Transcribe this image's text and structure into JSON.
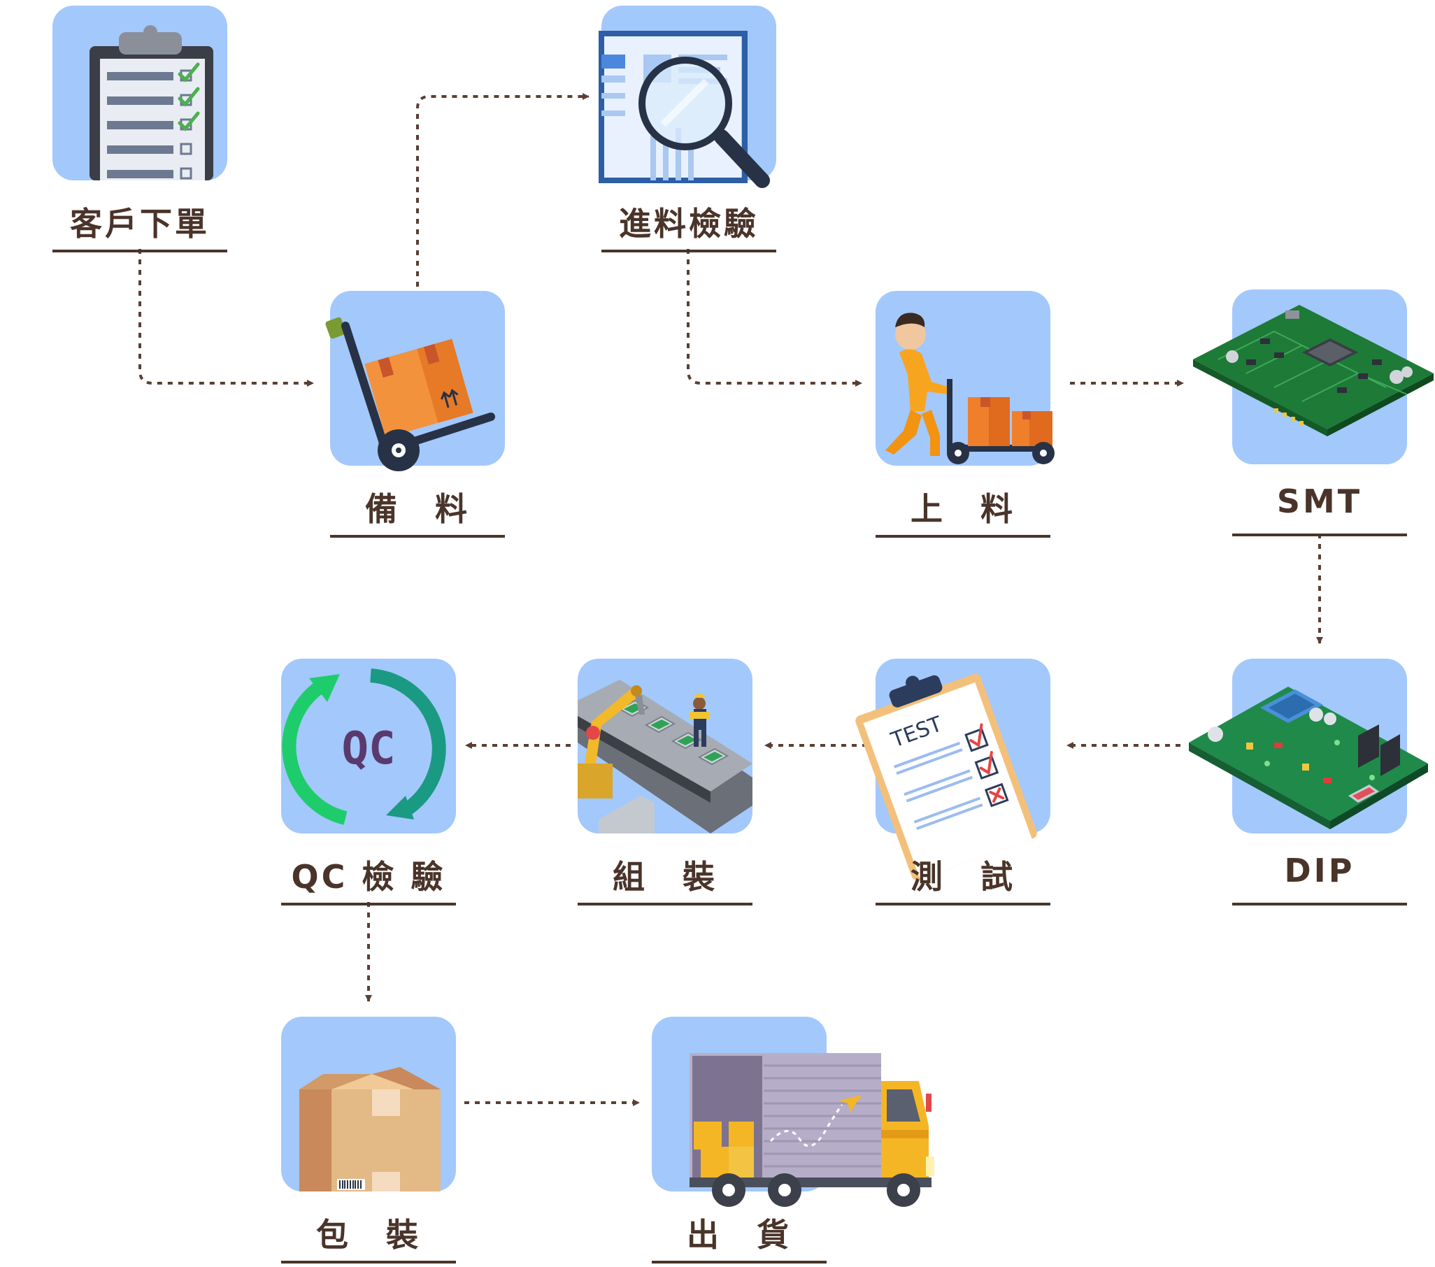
{
  "steps": [
    {
      "id": "order",
      "label": "客戶下單",
      "icon": "clipboard-checklist-icon"
    },
    {
      "id": "prepare",
      "label": "備　料",
      "icon": "hand-truck-box-icon"
    },
    {
      "id": "incoming",
      "label": "進料檢驗",
      "icon": "magnifier-document-icon"
    },
    {
      "id": "loading",
      "label": "上　料",
      "icon": "worker-pushing-cart-icon"
    },
    {
      "id": "smt",
      "label": "SMT",
      "icon": "pcb-board-icon"
    },
    {
      "id": "dip",
      "label": "DIP",
      "icon": "pcb-through-hole-icon"
    },
    {
      "id": "test",
      "label": "測　試",
      "icon": "test-clipboard-icon"
    },
    {
      "id": "assembly",
      "label": "組　裝",
      "icon": "assembly-line-robot-icon"
    },
    {
      "id": "qc",
      "label": "QC 檢 驗",
      "icon": "qc-cycle-icon"
    },
    {
      "id": "packing",
      "label": "包　裝",
      "icon": "cardboard-box-icon"
    },
    {
      "id": "shipping",
      "label": "出　貨",
      "icon": "delivery-truck-icon"
    }
  ],
  "qc_badge": "QC",
  "test_badge": "TEST",
  "colors": {
    "tile": "#a3c8fb",
    "text": "#4a342a",
    "connector": "#5a3f33"
  }
}
